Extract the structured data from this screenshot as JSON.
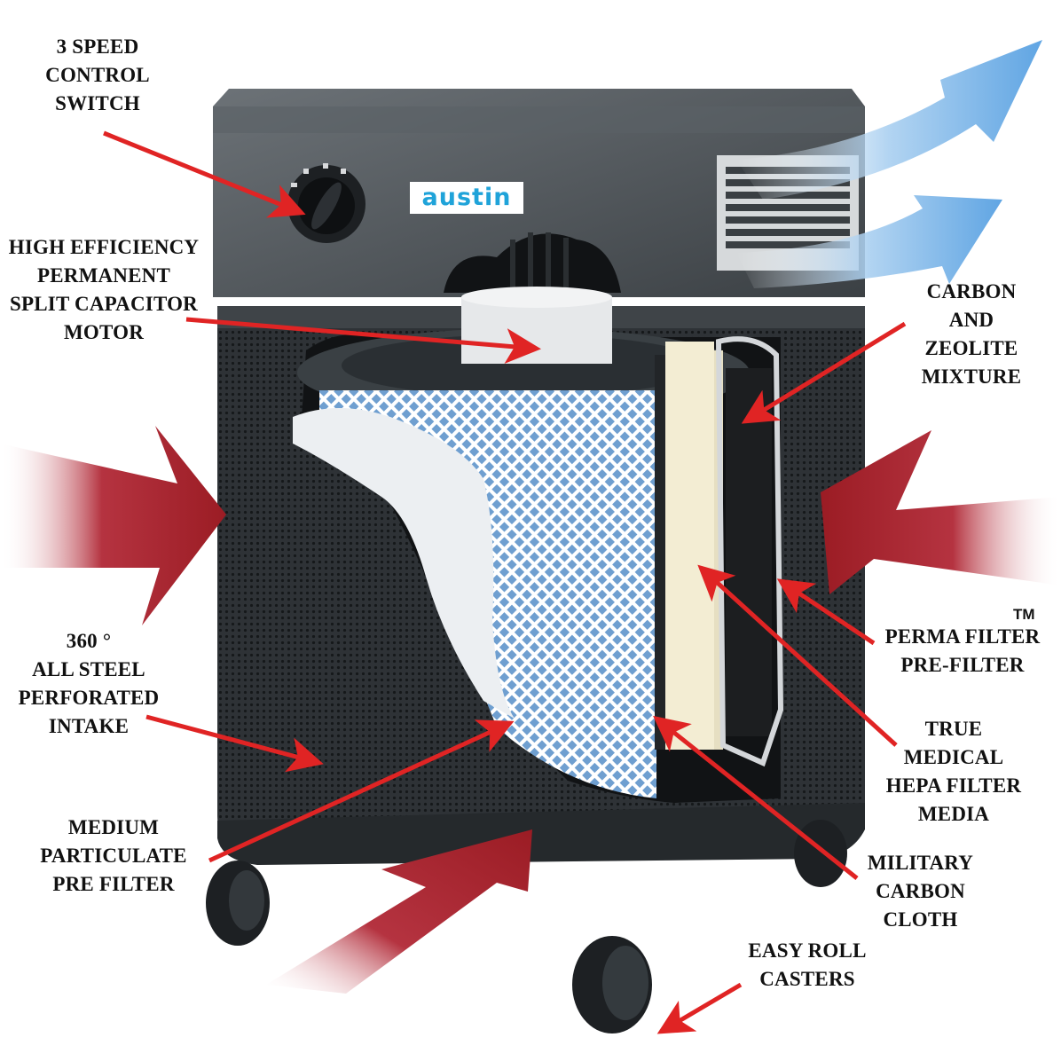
{
  "diagram": {
    "subject": "Air purifier cutaway",
    "brand_logo": "austin",
    "colors": {
      "callout_arrow": "#e02424",
      "intake_arrow": "#9b1c24",
      "exhaust_arrow": "#5aa6e0",
      "housing": "#2b2f33",
      "brand_text": "#1fa3d9"
    },
    "labels": [
      {
        "id": "speed-switch",
        "lines": [
          "3 SPEED",
          "CONTROL",
          "SWITCH"
        ]
      },
      {
        "id": "motor",
        "lines": [
          "HIGH EFFICIENCY",
          "PERMANENT",
          "SPLIT CAPACITOR",
          "MOTOR"
        ]
      },
      {
        "id": "carbon-zeolite",
        "lines": [
          "CARBON",
          "AND",
          "ZEOLITE",
          "MIXTURE"
        ]
      },
      {
        "id": "intake",
        "lines": [
          "360 °",
          "ALL STEEL",
          "PERFORATED",
          "INTAKE"
        ]
      },
      {
        "id": "perma-filter",
        "lines": [
          "PERMA FILTER",
          "PRE-FILTER"
        ],
        "trademark": "TM"
      },
      {
        "id": "hepa",
        "lines": [
          "TRUE",
          "MEDICAL",
          "HEPA FILTER",
          "MEDIA"
        ]
      },
      {
        "id": "pre-filter",
        "lines": [
          "MEDIUM",
          "PARTICULATE",
          "PRE FILTER"
        ]
      },
      {
        "id": "carbon-cloth",
        "lines": [
          "MILITARY",
          "CARBON",
          "CLOTH"
        ]
      },
      {
        "id": "casters",
        "lines": [
          "EASY ROLL",
          "CASTERS"
        ]
      }
    ]
  }
}
